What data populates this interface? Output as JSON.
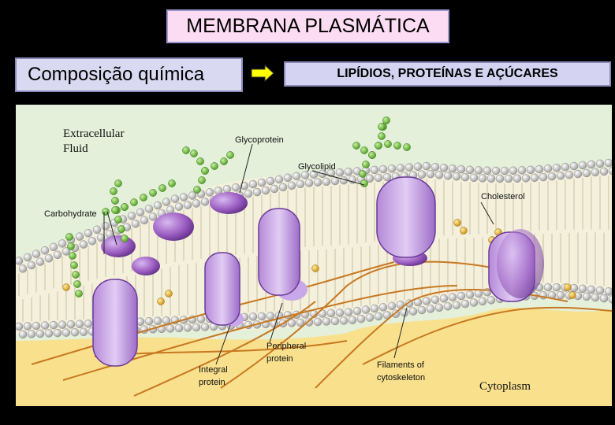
{
  "header": {
    "title": "MEMBRANA PLASMÁTICA",
    "composition_label": "Composição química",
    "components_label": "LIPÍDIOS, PROTEÍNAS E AÇÚCARES"
  },
  "diagram": {
    "extracellular": [
      "Extracellular",
      "Fluid"
    ],
    "glycoprotein": "Glycoprotein",
    "glycolipid": "Glycolipid",
    "cholesterol": "Cholesterol",
    "carbohydrate": "Carbohydrate",
    "peripheral": [
      "Peripheral",
      "protein"
    ],
    "integral": [
      "Integral",
      "protein"
    ],
    "filaments": [
      "Filaments of",
      "cytoskeleton"
    ],
    "cytoplasm": "Cytoplasm"
  },
  "colors": {
    "background": "#000000",
    "title_box": "#fcdcf2",
    "label_box": "#d9d9f2",
    "arrow": "#ffff00",
    "extracellular": "#e4f0da",
    "cytoplasm": "#f8e08c",
    "phospholipid_head": "#cfcfcf",
    "protein": "#9a5cc0",
    "carbohydrate": "#7ac943",
    "cholesterol": "#e8b020",
    "filament": "#c87820"
  }
}
